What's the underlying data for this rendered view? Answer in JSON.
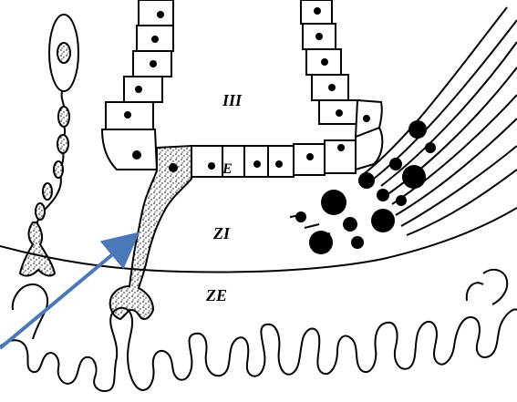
{
  "labels": {
    "lumen": "III",
    "epithelium": "E",
    "inner_zone": "ZI",
    "outer_zone": "ZE"
  },
  "colors": {
    "line": "#000000",
    "arrow": "#4a78b8",
    "background": "#ffffff"
  }
}
